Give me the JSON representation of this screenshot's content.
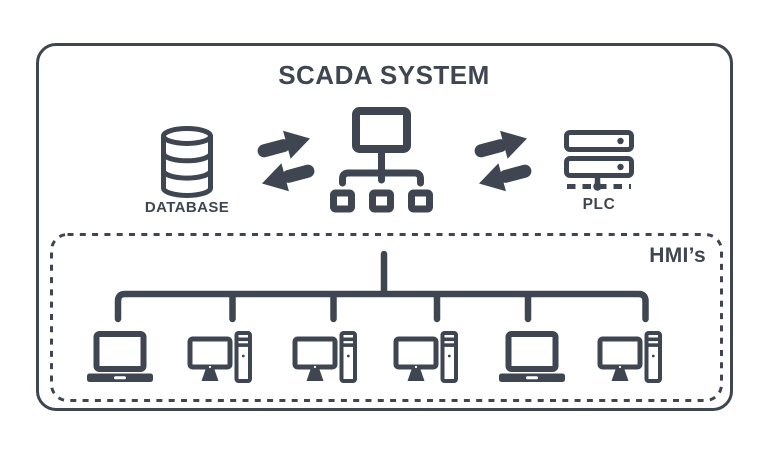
{
  "diagram": {
    "title": "SCADA SYSTEM",
    "colors": {
      "ink": "#3f4651",
      "background": "#ffffff"
    },
    "nodes": {
      "database": {
        "label": "DATABASE",
        "icon": "database-cylinder-icon"
      },
      "scada_server": {
        "icon": "network-hierarchy-icon"
      },
      "plc": {
        "label": "PLC",
        "icon": "server-rack-icon"
      }
    },
    "connections": [
      {
        "from": "database",
        "to": "scada_server",
        "style": "bidirectional-swap-arrows"
      },
      {
        "from": "scada_server",
        "to": "plc",
        "style": "bidirectional-swap-arrows"
      }
    ],
    "hmi_group": {
      "label": "HMI’s",
      "connector": "bus-tree-from-scada-server",
      "terminals": [
        {
          "type": "laptop"
        },
        {
          "type": "desktop-with-tower"
        },
        {
          "type": "desktop-with-tower"
        },
        {
          "type": "desktop-with-tower"
        },
        {
          "type": "laptop"
        },
        {
          "type": "desktop-with-tower"
        }
      ]
    }
  }
}
